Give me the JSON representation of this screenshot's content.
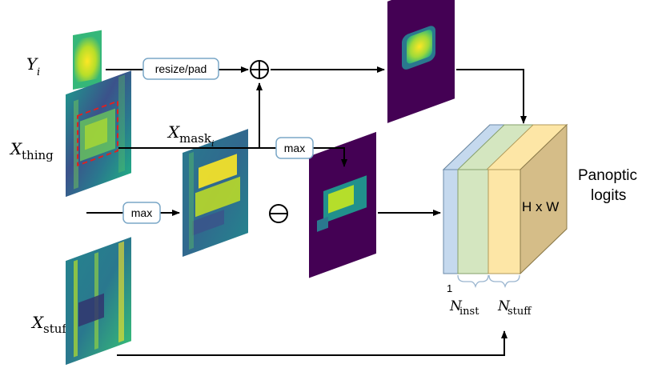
{
  "labels": {
    "y_i": {
      "base": "Y",
      "sub": "i"
    },
    "x_thing": {
      "base": "X",
      "sub": "thing"
    },
    "x_mask": {
      "base": "X",
      "sub": "mask",
      "subsub": "i"
    },
    "x_stuff": {
      "base": "X",
      "sub": "stuff"
    }
  },
  "ops": {
    "resize_pad": "resize/pad",
    "max_top": "max",
    "max_left": "max",
    "plus_symbol": "⊕",
    "minus_symbol": "⊖"
  },
  "logits": {
    "dims": "H x W",
    "title_line1": "Panoptic",
    "title_line2": "logits",
    "one_label": "1",
    "n_inst": {
      "base": "N",
      "sub": "inst"
    },
    "n_stuff": {
      "base": "N",
      "sub": "stuff"
    }
  },
  "colors": {
    "dark_bg": "#440154",
    "mid_teal": "#2a788e",
    "green": "#35b779",
    "yellow": "#fde725",
    "blue_layer": "#c5d9ee",
    "green_layer": "#d4e6c0",
    "yellow_layer": "#fde6a6",
    "brown_layer": "#d5bd88",
    "op_box_border": "#7aa7c7",
    "dashed_box": "#e02020"
  }
}
